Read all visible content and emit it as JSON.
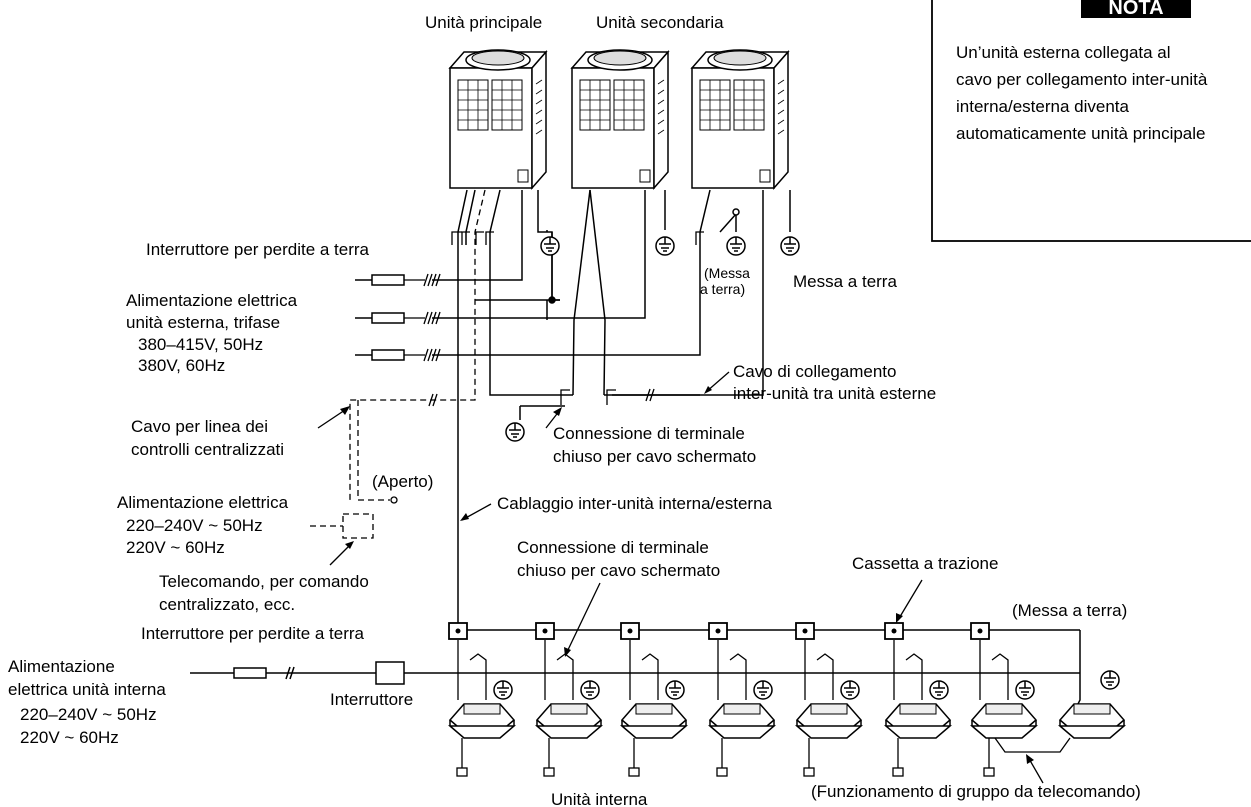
{
  "labels": {
    "main_unit": "Unità principale",
    "secondary_unit": "Unità secondaria",
    "earth_leakage_breaker_top": "Interruttore per perdite a terra",
    "outdoor_power_l1": "Alimentazione elettrica",
    "outdoor_power_l2": "unità esterna, trifase",
    "outdoor_power_l3": "380–415V, 50Hz",
    "outdoor_power_l4": "380V, 60Hz",
    "earth_paren_l1": "(Messa",
    "earth_paren_l2": "a terra)",
    "earth": "Messa a terra",
    "inter_outdoor_cable_l1": "Cavo di collegamento",
    "inter_outdoor_cable_l2": "inter-unità tra unità esterne",
    "central_line_l1": "Cavo per linea dei",
    "central_line_l2": "controlli centralizzati",
    "shield_term_top_l1": "Connessione di terminale",
    "shield_term_top_l2": "chiuso per cavo schermato",
    "open": "(Aperto)",
    "remote_power_l1": "Alimentazione elettrica",
    "remote_power_l2": "220–240V ~  50Hz",
    "remote_power_l3": "220V ~  60Hz",
    "in_out_wiring": "Cablaggio inter-unità interna/esterna",
    "remote_l1": "Telecomando, per comando",
    "remote_l2": "centralizzato, ecc.",
    "shield_term_mid_l1": "Connessione di terminale",
    "shield_term_mid_l2": "chiuso per cavo schermato",
    "pull_box": "Cassetta a trazione",
    "earth_paren_right": "(Messa a terra)",
    "earth_leakage_breaker_bottom": "Interruttore per perdite a terra",
    "indoor_power_l1": "Alimentazione",
    "indoor_power_l2": "elettrica unità interna",
    "indoor_power_l3": "220–240V ~  50Hz",
    "indoor_power_l4": "220V ~  60Hz",
    "switch": "Interruttore",
    "indoor_unit": "Unità interna",
    "group_control": "(Funzionamento di gruppo da telecomando)"
  },
  "note": {
    "title": "NOTA",
    "line1": "Un’unità esterna collegata al",
    "line2": "cavo per collegamento inter-unità",
    "line3": "interna/esterna diventa",
    "line4": "automaticamente unità principale"
  }
}
